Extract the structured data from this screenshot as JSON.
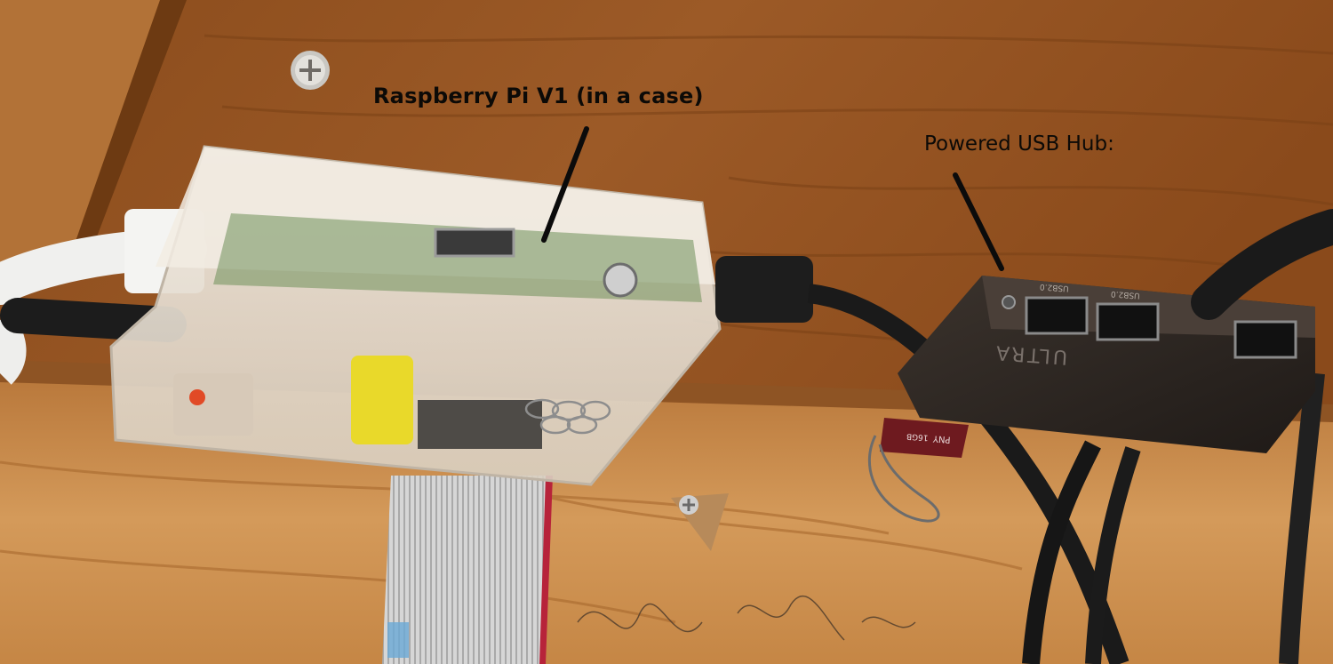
{
  "annotations": {
    "pi_label": "Raspberry Pi V1 (in a case)",
    "hub_label": "Powered USB Hub:"
  },
  "objects": {
    "hub_brand": "ULTRA",
    "usb_port_label": "USB2.0",
    "flash_drive_brand": "PNY",
    "flash_drive_capacity": "16GB"
  },
  "colors": {
    "wood_dark": "#7d4518",
    "wood_mid": "#a3622c",
    "wood_light": "#c98a4a",
    "annotation_text": "#0c0a07",
    "pointer_line": "#0b0b0b",
    "case_plastic": "#e6ded2",
    "hub_body": "#2c2622",
    "ribbon_cable": "#cfcfcf",
    "flash_drive": "#6e1a1f"
  }
}
